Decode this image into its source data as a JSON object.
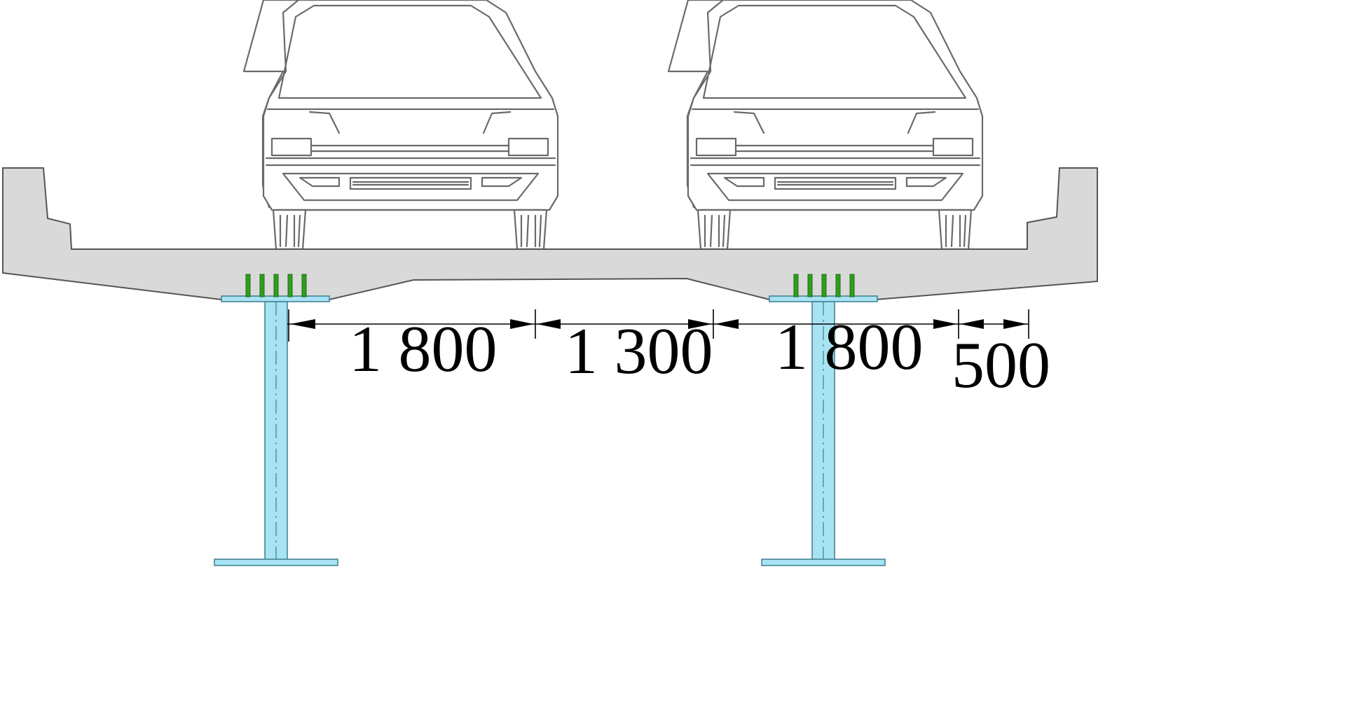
{
  "colors": {
    "deck_fill": "#d9d9d9",
    "deck_stroke": "#555555",
    "pier_fill": "#a8e3f3",
    "pier_stroke": "#3c7d8f",
    "stud_fill": "#2f9e1e",
    "stud_stroke": "#1e6c12",
    "dimension": "#000000"
  },
  "dimensions": [
    {
      "value_label": "1 800"
    },
    {
      "value_label": "1 300"
    },
    {
      "value_label": "1 800"
    },
    {
      "value_label": "500"
    }
  ]
}
